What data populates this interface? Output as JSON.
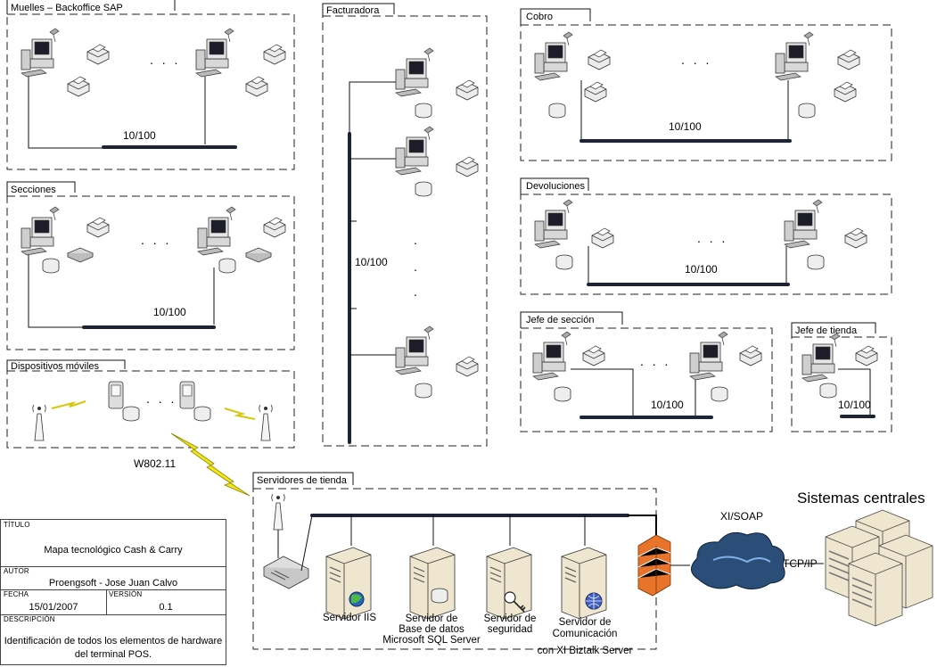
{
  "zones": {
    "muelles": "Muelles – Backoffice SAP",
    "secciones": "Secciones",
    "moviles": "Dispositivos móviles",
    "facturadora": "Facturadora",
    "cobro": "Cobro",
    "devoluciones": "Devoluciones",
    "jefe_seccion": "Jefe de sección",
    "jefe_tienda": "Jefe de tienda",
    "servidores": "Servidores de tienda"
  },
  "network_labels": {
    "speed": "10/100",
    "wireless": "W802.11",
    "xi_soap": "XI/SOAP",
    "tcpip": "TCP/IP"
  },
  "ellipsis": {
    "horizontal": ". . .",
    "vertical_dot": "."
  },
  "central_systems": "Sistemas centrales",
  "servers": {
    "iis": [
      "Servidor IIS"
    ],
    "db": [
      "Servidor de",
      "Base de datos",
      "Microsoft SQL Server"
    ],
    "security": [
      "Servidor de",
      "seguridad"
    ],
    "comm": [
      "Servidor de",
      "Comunicación",
      "con XI Biztalk Server"
    ]
  },
  "info_block": {
    "title_caption": "TÍTULO",
    "title": "Mapa tecnológico Cash & Carry",
    "author_caption": "AUTOR",
    "author": "Proengsoft - Jose Juan Calvo",
    "date_caption": "FECHA",
    "date": "15/01/2007",
    "version_caption": "VERSIÓN",
    "version": "0.1",
    "desc_caption": "DESCRIPCIÓN",
    "desc_line1": "Identificación de todos los elementos de hardware",
    "desc_line2": "del terminal POS."
  },
  "colors": {
    "bus": "#1c2436",
    "firewall": "#e8732a",
    "cloud": "#2a4e78",
    "lightning": "#f2e51a",
    "server_body": "#efe6cf"
  }
}
